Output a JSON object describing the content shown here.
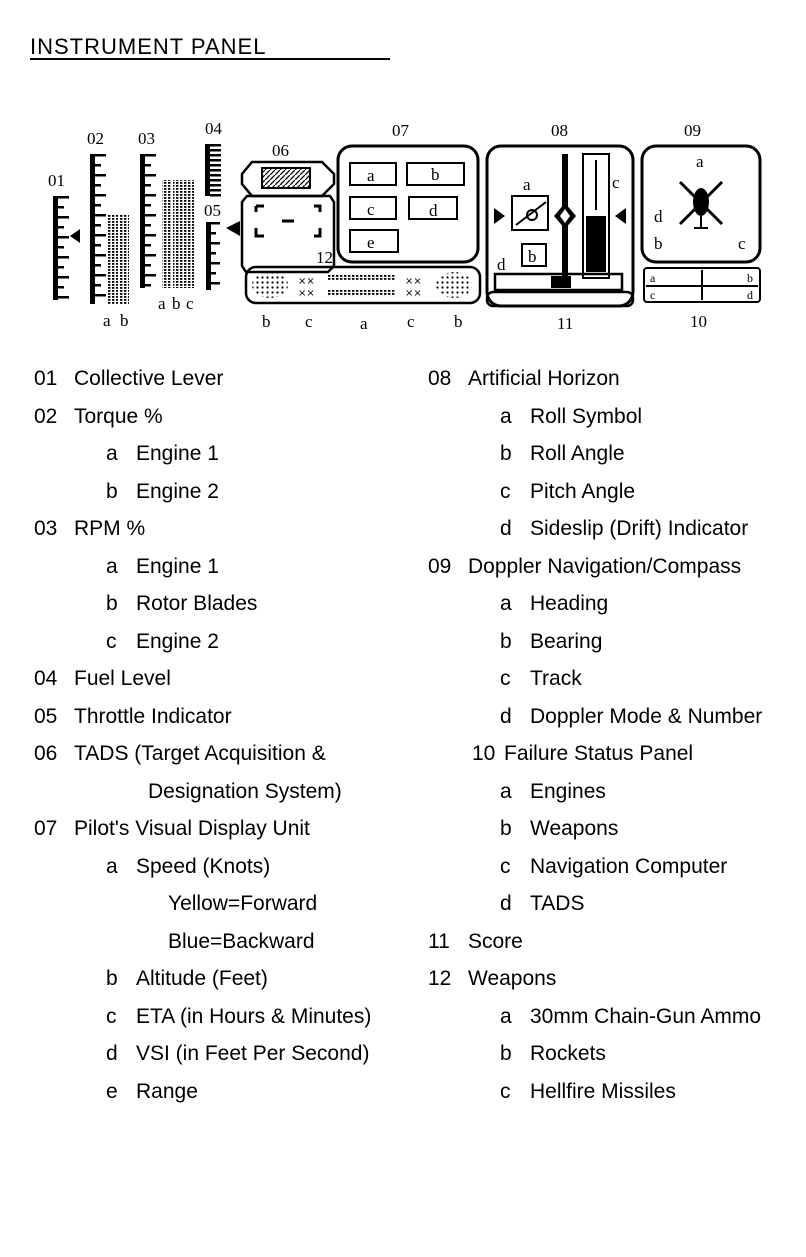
{
  "title": "INSTRUMENT PANEL",
  "diagram": {
    "numbers": [
      "01",
      "02",
      "03",
      "04",
      "05",
      "06",
      "07",
      "08",
      "09",
      "10",
      "11",
      "12"
    ],
    "letters": {
      "g02": [
        "a",
        "b"
      ],
      "g03": [
        "a",
        "b",
        "c"
      ],
      "g07": [
        "a",
        "b",
        "c",
        "d",
        "e"
      ],
      "g08": [
        "a",
        "b",
        "c",
        "d"
      ],
      "g09": [
        "a",
        "b",
        "c",
        "d"
      ],
      "g10": [
        "a",
        "b",
        "c",
        "d"
      ],
      "g12": [
        "b",
        "c",
        "a",
        "c",
        "b"
      ]
    }
  },
  "legend_left": [
    {
      "num": "01",
      "text": "Collective Lever",
      "indent": 0
    },
    {
      "num": "02",
      "text": "Torque %",
      "indent": 0
    },
    {
      "num": "a",
      "text": "Engine 1",
      "indent": 1
    },
    {
      "num": "b",
      "text": "Engine 2",
      "indent": 1
    },
    {
      "num": "03",
      "text": "RPM %",
      "indent": 0
    },
    {
      "num": "a",
      "text": "Engine 1",
      "indent": 1
    },
    {
      "num": "b",
      "text": "Rotor Blades",
      "indent": 1
    },
    {
      "num": "c",
      "text": "Engine 2",
      "indent": 1
    },
    {
      "num": "04",
      "text": "Fuel Level",
      "indent": 0
    },
    {
      "num": "05",
      "text": "Throttle Indicator",
      "indent": 0
    },
    {
      "num": "06",
      "text": "TADS (Target Acquisition &",
      "indent": 0
    },
    {
      "num": "",
      "text": "Designation System)",
      "indent": 2
    },
    {
      "num": "07",
      "text": "Pilot's Visual Display Unit",
      "indent": 0
    },
    {
      "num": "a",
      "text": "Speed (Knots)",
      "indent": 1
    },
    {
      "num": "",
      "text": "Yellow=Forward",
      "indent": 3
    },
    {
      "num": "",
      "text": "Blue=Backward",
      "indent": 3
    },
    {
      "num": "b",
      "text": "Altitude (Feet)",
      "indent": 1
    },
    {
      "num": "c",
      "text": "ETA (in Hours & Minutes)",
      "indent": 1
    },
    {
      "num": "d",
      "text": "VSI (in Feet Per Second)",
      "indent": 1
    },
    {
      "num": "e",
      "text": "Range",
      "indent": 1
    }
  ],
  "legend_right": [
    {
      "num": "08",
      "text": "Artificial Horizon",
      "indent": 0
    },
    {
      "num": "a",
      "text": "Roll Symbol",
      "indent": 1
    },
    {
      "num": "b",
      "text": "Roll Angle",
      "indent": 1
    },
    {
      "num": "c",
      "text": "Pitch Angle",
      "indent": 1
    },
    {
      "num": "d",
      "text": "Sideslip (Drift) Indicator",
      "indent": 1
    },
    {
      "num": "09",
      "text": "Doppler Navigation/Compass",
      "indent": 0
    },
    {
      "num": "a",
      "text": "Heading",
      "indent": 1
    },
    {
      "num": "b",
      "text": "Bearing",
      "indent": 1
    },
    {
      "num": "c",
      "text": "Track",
      "indent": 1
    },
    {
      "num": "d",
      "text": "Doppler Mode & Number",
      "indent": 1
    },
    {
      "num": "10",
      "text": "Failure Status Panel",
      "indent": 4
    },
    {
      "num": "a",
      "text": "Engines",
      "indent": 1
    },
    {
      "num": "b",
      "text": "Weapons",
      "indent": 1
    },
    {
      "num": "c",
      "text": "Navigation Computer",
      "indent": 1
    },
    {
      "num": "d",
      "text": "TADS",
      "indent": 1
    },
    {
      "num": "11",
      "text": "Score",
      "indent": 0
    },
    {
      "num": "12",
      "text": "Weapons",
      "indent": 0
    },
    {
      "num": "a",
      "text": "30mm Chain-Gun Ammo",
      "indent": 1
    },
    {
      "num": "b",
      "text": "Rockets",
      "indent": 1
    },
    {
      "num": "c",
      "text": "Hellfire Missiles",
      "indent": 1
    }
  ]
}
